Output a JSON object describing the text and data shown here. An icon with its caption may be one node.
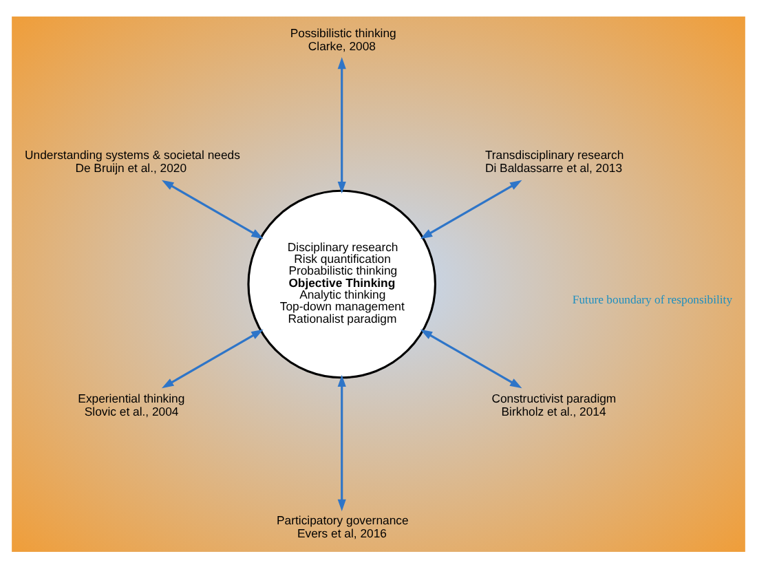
{
  "diagram": {
    "nodes": [
      {
        "text": [
          "Disciplinary research",
          "Risk quantification",
          "Probabilistic thinking",
          "Objective Thinking",
          "Analytic thinking",
          "Top-down management",
          "Rationalist paradigm"
        ]
      },
      {
        "text": [
          "Transdisciplinary research",
          "Di Baldassarre et al, 2013"
        ]
      },
      {
        "text": [
          "Possibilistic thinking",
          "Clarke, 2008"
        ]
      },
      {
        "text": [
          "Understanding systems & societal needs",
          "De Bruijn et al., 2020"
        ]
      },
      {
        "text": [
          "Experiential thinking",
          "Slovic et al., 2004"
        ]
      },
      {
        "text": [
          "Participatory governance",
          "Evers et al, 2016"
        ]
      },
      {
        "text": [
          "Constructivist paradigm",
          "Birkholz et al., 2014"
        ]
      }
    ],
    "edges": [
      {
        "from": 0,
        "to": 1,
        "arrow": "both"
      },
      {
        "from": 0,
        "to": 3,
        "arrow": "both"
      },
      {
        "from": 0,
        "to": 4,
        "arrow": "both"
      },
      {
        "from": 0,
        "to": 6,
        "arrow": "both"
      },
      {
        "from": 0,
        "to": 5,
        "arrow": "both"
      },
      {
        "from": 0,
        "to": 2,
        "arrow": "both"
      }
    ],
    "labels": [
      "Future boundary of responsibility"
    ]
  }
}
